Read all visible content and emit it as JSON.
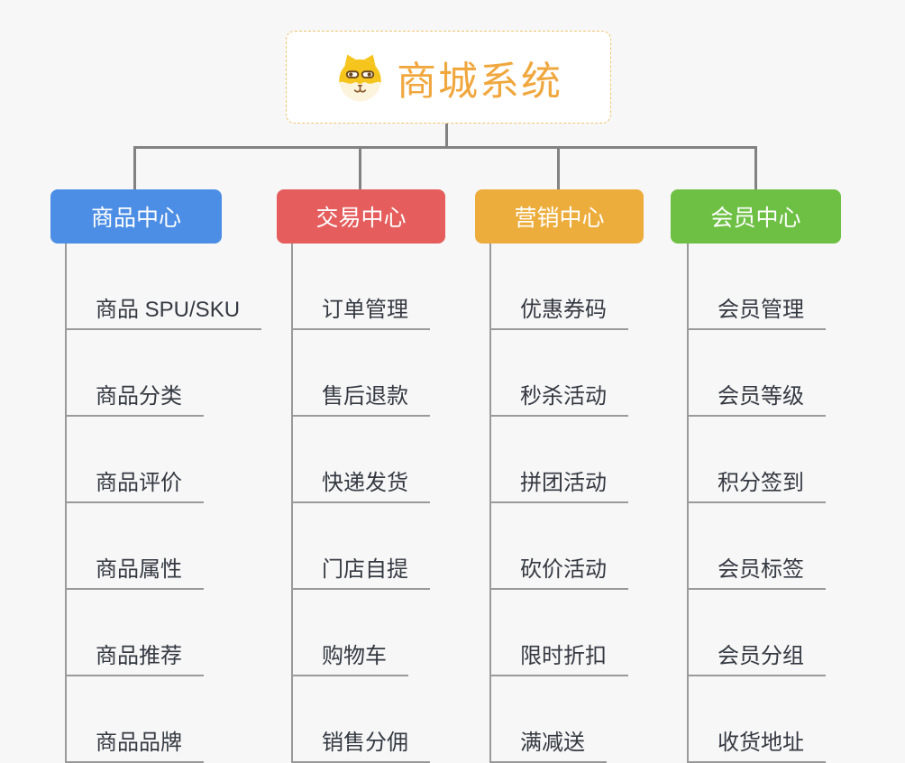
{
  "root": {
    "title": "商城系统",
    "icon": "shiba-dog-icon"
  },
  "branches": [
    {
      "label": "商品中心",
      "color": "#4c8ee5",
      "items": [
        "商品 SPU/SKU",
        "商品分类",
        "商品评价",
        "商品属性",
        "商品推荐",
        "商品品牌"
      ]
    },
    {
      "label": "交易中心",
      "color": "#e55d5d",
      "items": [
        "订单管理",
        "售后退款",
        "快递发货",
        "门店自提",
        "购物车",
        "销售分佣"
      ]
    },
    {
      "label": "营销中心",
      "color": "#edad3c",
      "items": [
        "优惠券码",
        "秒杀活动",
        "拼团活动",
        "砍价活动",
        "限时折扣",
        "满减送"
      ]
    },
    {
      "label": "会员中心",
      "color": "#6ec045",
      "items": [
        "会员管理",
        "会员等级",
        "积分签到",
        "会员标签",
        "会员分组",
        "收货地址"
      ]
    }
  ],
  "colors": {
    "background": "#f7f7f7",
    "root_border": "#f2c46f",
    "root_text": "#f0a73e",
    "connector_line": "#828282",
    "leaf_line": "#9a9a9a",
    "leaf_text": "#343942",
    "branch_blue": "#4c8ee5",
    "branch_red": "#e55d5d",
    "branch_orange": "#edad3c",
    "branch_green": "#6ec045"
  }
}
